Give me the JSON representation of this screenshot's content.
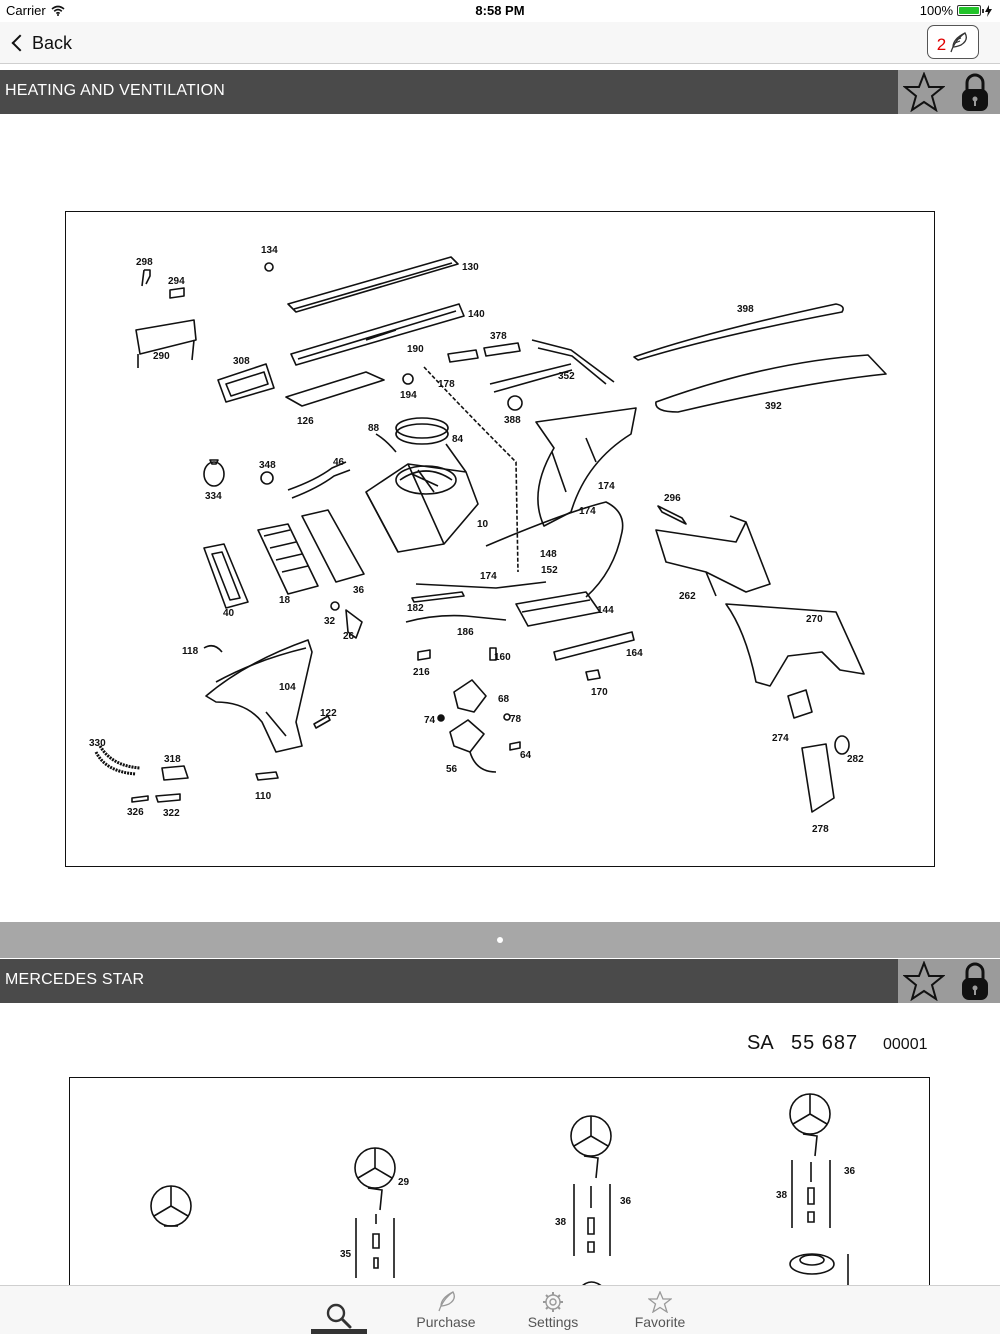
{
  "status_bar": {
    "carrier": "Carrier",
    "time": "8:58 PM",
    "battery": "100%",
    "battery_level": 1.0
  },
  "nav": {
    "back_label": "Back",
    "cart_count": "2"
  },
  "sections": [
    {
      "title": "HEATING AND VENTILATION",
      "part_labels": [
        "298",
        "134",
        "294",
        "130",
        "140",
        "290",
        "398",
        "378",
        "308",
        "190",
        "352",
        "178",
        "194",
        "388",
        "126",
        "392",
        "88",
        "84",
        "348",
        "46",
        "334",
        "174",
        "296",
        "174",
        "10",
        "148",
        "152",
        "18",
        "36",
        "174",
        "262",
        "270",
        "40",
        "182",
        "144",
        "32",
        "26",
        "186",
        "118",
        "160",
        "164",
        "216",
        "104",
        "68",
        "170",
        "122",
        "74",
        "78",
        "274",
        "330",
        "318",
        "64",
        "282",
        "56",
        "110",
        "326",
        "322",
        "278"
      ]
    },
    {
      "title": "MERCEDES STAR",
      "catalog_prefix": "SA",
      "catalog_number": "55 687",
      "catalog_suffix": "00001",
      "part_labels": [
        "29",
        "36",
        "38",
        "36",
        "38",
        "35"
      ]
    }
  ],
  "pager": {
    "pages": 1,
    "current": 1
  },
  "tabs": [
    {
      "label": "",
      "icon": "search-icon"
    },
    {
      "label": "Purchase",
      "icon": "feather-icon"
    },
    {
      "label": "Settings",
      "icon": "gear-icon"
    },
    {
      "label": "Favorite",
      "icon": "star-icon"
    }
  ],
  "colors": {
    "header_bg": "#4a4a4a",
    "header_actions_bg": "#9b9b9b",
    "cart_count": "#e00000",
    "battery": "#22c32a"
  }
}
